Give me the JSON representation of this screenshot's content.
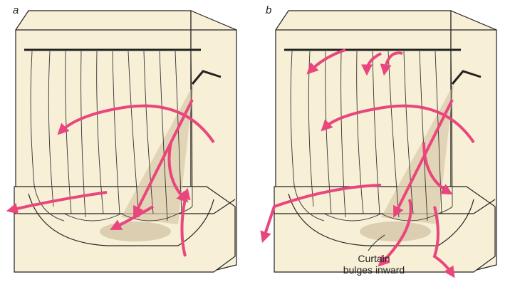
{
  "panels": [
    {
      "label": "a"
    },
    {
      "label": "b"
    }
  ],
  "annotation": {
    "line1": "Curtain",
    "line2": "bulges inward"
  },
  "colors": {
    "airflow": "#e8467c",
    "background": "#f7efd6",
    "ink": "#222222"
  }
}
